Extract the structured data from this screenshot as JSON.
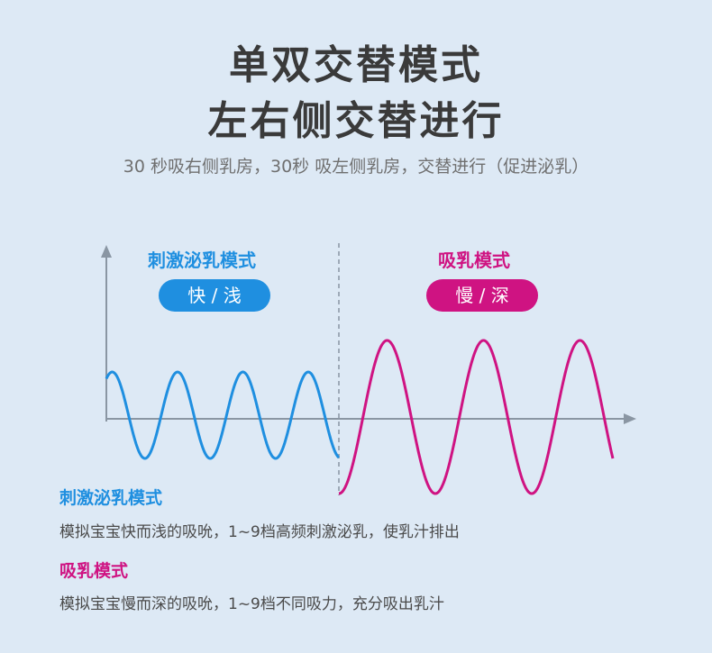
{
  "header": {
    "title_line1": "单双交替模式",
    "title_line2": "左右侧交替进行",
    "subtitle": "30 秒吸右侧乳房，30秒 吸左侧乳房，交替进行（促进泌乳）"
  },
  "diagram": {
    "left_mode": {
      "label": "刺激泌乳模式",
      "badge": "快 / 浅",
      "color": "#1f8fe0"
    },
    "right_mode": {
      "label": "吸乳模式",
      "badge": "慢 / 深",
      "color": "#cf1382"
    },
    "axis_color": "#8a96a3"
  },
  "descriptions": [
    {
      "title": "刺激泌乳模式",
      "text": "模拟宝宝快而浅的吸吮，1~9档高频刺激泌乳，使乳汁排出",
      "color": "#1f8fe0"
    },
    {
      "title": "吸乳模式",
      "text": "模拟宝宝慢而深的吸吮，1~9档不同吸力，充分吸出乳汁",
      "color": "#cf1382"
    }
  ]
}
